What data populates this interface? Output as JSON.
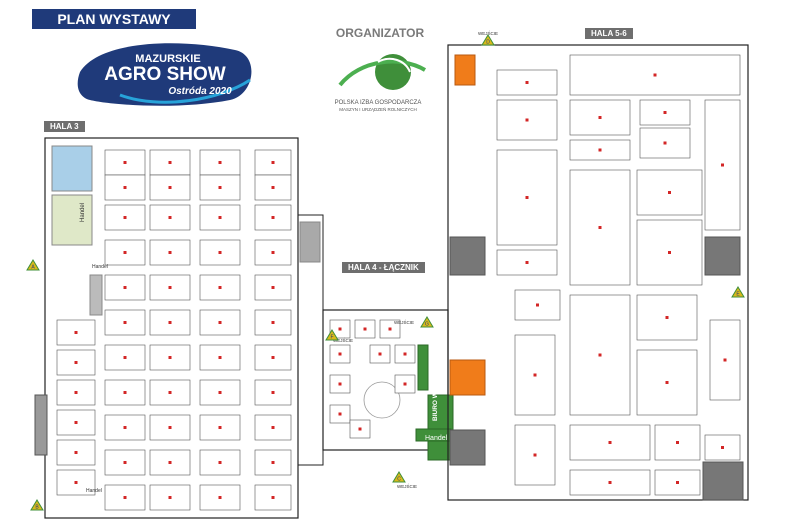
{
  "title": "PLAN WYSTAWY",
  "organizer_heading": "ORGANIZATOR",
  "event_logo": {
    "line1": "MAZURSKIE",
    "line2": "AGRO SHOW",
    "line3": "Ostróda 2020"
  },
  "organizer_logo": {
    "line1": "POLSKA IZBA GOSPODARCZA",
    "line2": "MASZYN I URZĄDZEŃ ROLNICZYCH"
  },
  "halls": {
    "hala3": "HALA 3",
    "hala4": "HALA 4 - ŁĄCZNIK",
    "hala56": "HALA 5-6"
  },
  "labels": {
    "entrance": "WEJŚCIE",
    "handel": "Handel",
    "office": "BIURO WYSTAWY",
    "entrances": [
      "A",
      "B",
      "C",
      "D",
      "E",
      "F",
      "G"
    ]
  },
  "colors": {
    "navy": "#1f3a7a",
    "wc_blue": "#2d6fb3",
    "orange": "#f07c1a",
    "green": "#3f8f3a",
    "booth_red": "#d32626"
  }
}
